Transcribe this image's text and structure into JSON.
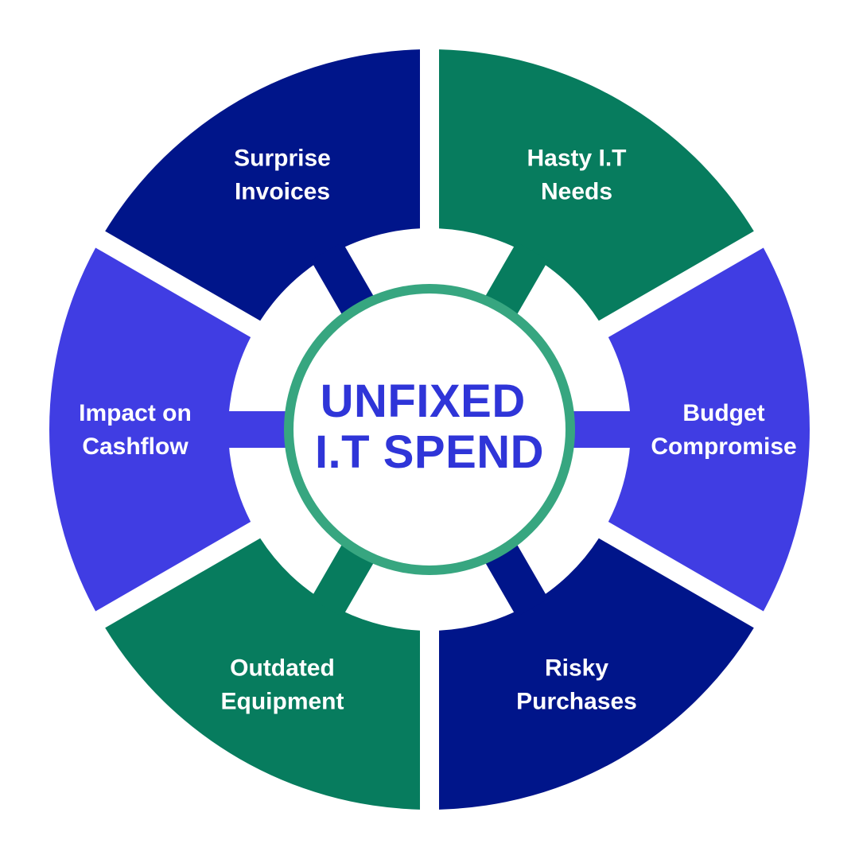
{
  "diagram": {
    "center": {
      "lines": [
        "UNFIXED",
        "I.T SPEND"
      ],
      "text_color": "#2f35d8",
      "ring_color": "#37a680",
      "fill_color": "#ffffff"
    },
    "segments": [
      {
        "id": "hasty-it-needs",
        "lines": [
          "Hasty I.T",
          "Needs"
        ],
        "color": "#077c5e"
      },
      {
        "id": "budget-compromise",
        "lines": [
          "Budget",
          "Compromise"
        ],
        "color": "#403de3"
      },
      {
        "id": "risky-purchases",
        "lines": [
          "Risky",
          "Purchases"
        ],
        "color": "#00158a"
      },
      {
        "id": "outdated-equipment",
        "lines": [
          "Outdated",
          "Equipment"
        ],
        "color": "#077c5e"
      },
      {
        "id": "impact-on-cashflow",
        "lines": [
          "Impact on",
          "Cashflow"
        ],
        "color": "#403de3"
      },
      {
        "id": "surprise-invoices",
        "lines": [
          "Surprise",
          "Invoices"
        ],
        "color": "#00158a"
      }
    ]
  }
}
